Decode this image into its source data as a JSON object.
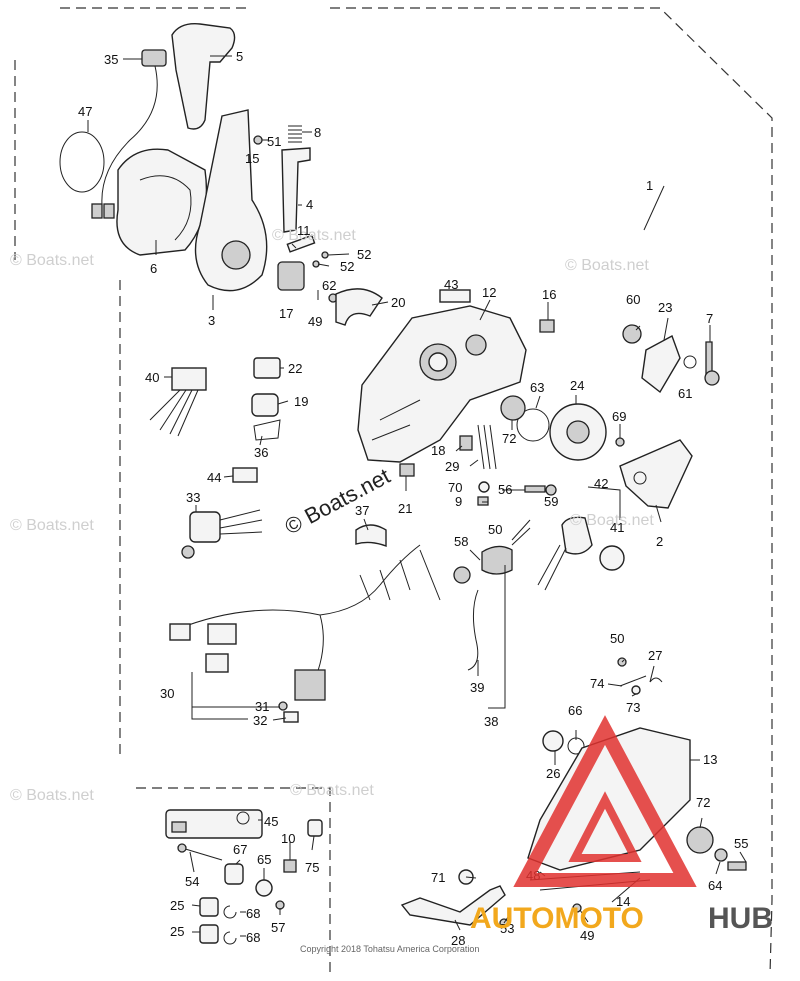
{
  "watermarks": {
    "site_small": "© Boats.net",
    "site_large": "© Boats.net"
  },
  "copyright": "Copyright 2018 Tohatsu America Corporation",
  "brand": {
    "part1": "AUTOMOTO",
    "part2": "HUB",
    "accent_color": "#e0312f",
    "orange_color": "#f2a81d"
  },
  "callouts": {
    "c1": "1",
    "c2": "2",
    "c3": "3",
    "c4": "4",
    "c5": "5",
    "c6": "6",
    "c7": "7",
    "c8": "8",
    "c9": "9",
    "c10": "10",
    "c11": "11",
    "c12": "12",
    "c13": "13",
    "c14": "14",
    "c15": "15",
    "c16": "16",
    "c17": "17",
    "c18": "18",
    "c19": "19",
    "c20": "20",
    "c21": "21",
    "c22": "22",
    "c23": "23",
    "c24": "24",
    "c25a": "25",
    "c25b": "25",
    "c26": "26",
    "c27": "27",
    "c28": "28",
    "c29": "29",
    "c30": "30",
    "c31": "31",
    "c32": "32",
    "c33": "33",
    "c35": "35",
    "c36": "36",
    "c37": "37",
    "c38": "38",
    "c39": "39",
    "c40": "40",
    "c41": "41",
    "c42": "42",
    "c43": "43",
    "c44": "44",
    "c45": "45",
    "c47": "47",
    "c48": "48",
    "c49a": "49",
    "c49b": "49",
    "c50a": "50",
    "c50b": "50",
    "c51": "51",
    "c52a": "52",
    "c52b": "52",
    "c53": "53",
    "c54": "54",
    "c55": "55",
    "c56": "56",
    "c57": "57",
    "c58": "58",
    "c59": "59",
    "c60": "60",
    "c61": "61",
    "c62": "62",
    "c63": "63",
    "c64": "64",
    "c65": "65",
    "c66": "66",
    "c67": "67",
    "c68a": "68",
    "c68b": "68",
    "c69": "69",
    "c70": "70",
    "c71": "71",
    "c72a": "72",
    "c72b": "72",
    "c73": "73",
    "c74": "74",
    "c75": "75"
  }
}
